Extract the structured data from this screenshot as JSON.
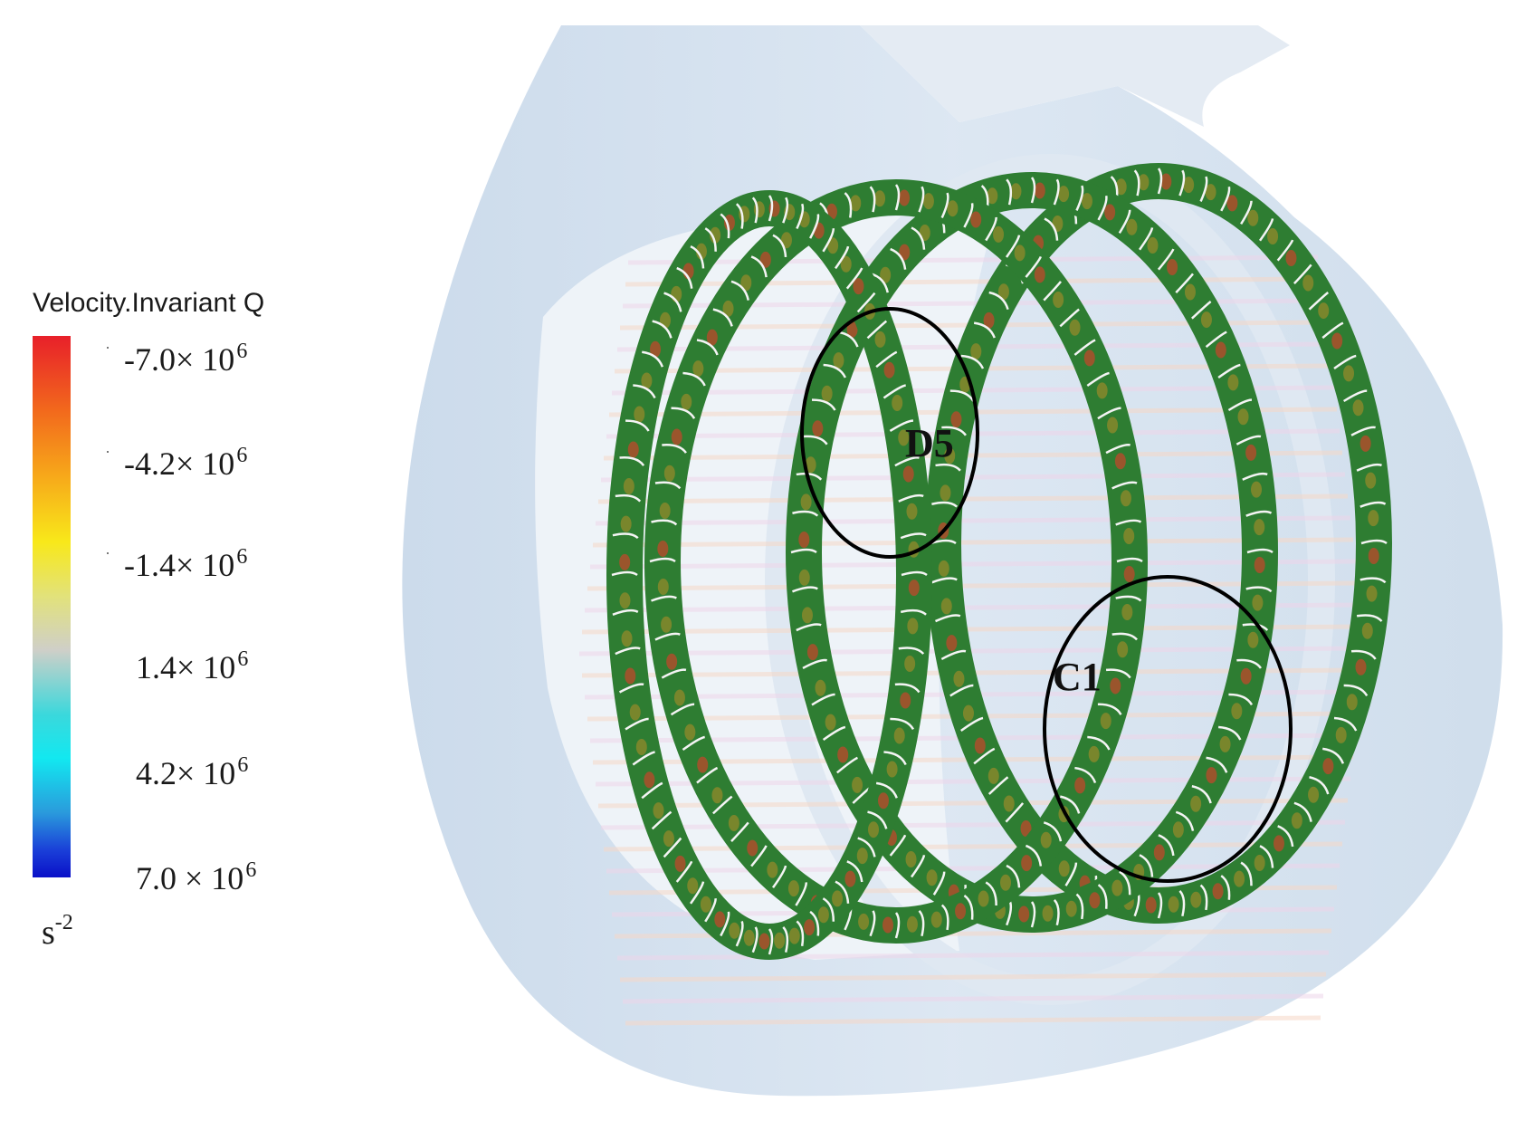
{
  "legend": {
    "title": "Velocity.Invariant Q",
    "ticks": [
      {
        "coef": "-7.0",
        "times": "× 10",
        "exp": "6",
        "value": -7000000
      },
      {
        "coef": "-4.2",
        "times": "× 10",
        "exp": "6",
        "value": -4200000
      },
      {
        "coef": "-1.4",
        "times": "× 10",
        "exp": "6",
        "value": -1400000
      },
      {
        "coef": "1.4",
        "times": "× 10",
        "exp": "6",
        "value": 1400000
      },
      {
        "coef": "4.2",
        "times": "× 10",
        "exp": "6",
        "value": 4200000
      },
      {
        "coef": "7.0",
        "times": " × 10",
        "exp": "6",
        "value": 7000000
      }
    ],
    "unit_base": "s",
    "unit_exp": "-2",
    "colors": [
      "#e8202a",
      "#f7a91a",
      "#f8e81a",
      "#cfcfc8",
      "#12e8f0",
      "#0a10c8"
    ]
  },
  "regions": [
    {
      "label": "D5"
    },
    {
      "label": "C1"
    }
  ],
  "scene": {
    "ring_color": "#2e7d32",
    "housing_color": "#d6e3f0",
    "marker_color": "#000000"
  }
}
